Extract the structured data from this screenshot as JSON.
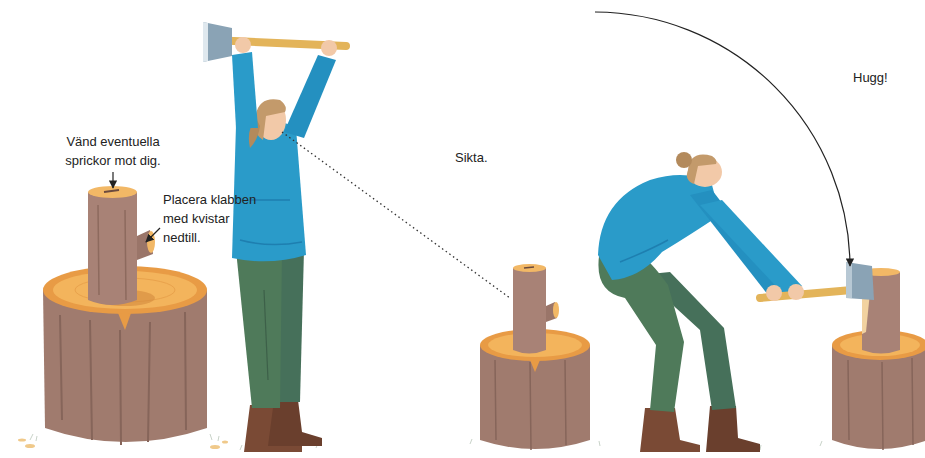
{
  "diagram": {
    "labels": [
      "Vänd eventuella sprickor mot dig.",
      "Placera klabben med kvistar nedtill.",
      "Sikta.",
      "Hugg!"
    ]
  }
}
